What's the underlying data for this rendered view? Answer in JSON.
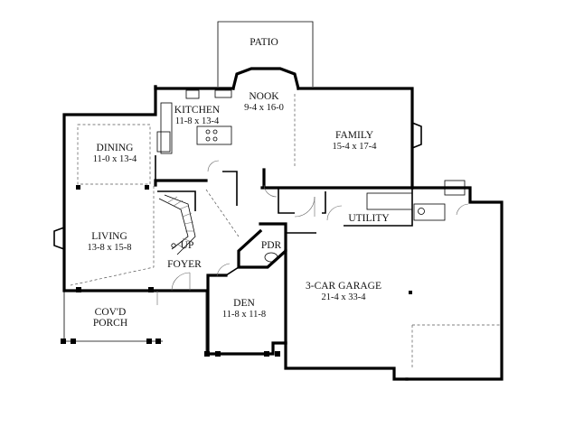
{
  "rooms": {
    "patio": {
      "name": "PATIO"
    },
    "nook": {
      "name": "NOOK",
      "size": "9-4 x 16-0"
    },
    "kitchen": {
      "name": "KITCHEN",
      "size": "11-8 x 13-4"
    },
    "family": {
      "name": "FAMILY",
      "size": "15-4 x 17-4"
    },
    "dining": {
      "name": "DINING",
      "size": "11-0 x 13-4"
    },
    "utility": {
      "name": "UTILITY"
    },
    "living": {
      "name": "LIVING",
      "size": "13-8 x 15-8"
    },
    "up": {
      "name": "UP"
    },
    "pdr": {
      "name": "PDR"
    },
    "foyer": {
      "name": "FOYER"
    },
    "garage": {
      "name": "3-CAR GARAGE",
      "size": "21-4 x 33-4"
    },
    "den": {
      "name": "DEN",
      "size": "11-8 x 11-8"
    },
    "porch": {
      "name_line1": "COV'D",
      "name_line2": "PORCH"
    }
  },
  "colors": {
    "ink": "#000000",
    "background": "#ffffff"
  }
}
